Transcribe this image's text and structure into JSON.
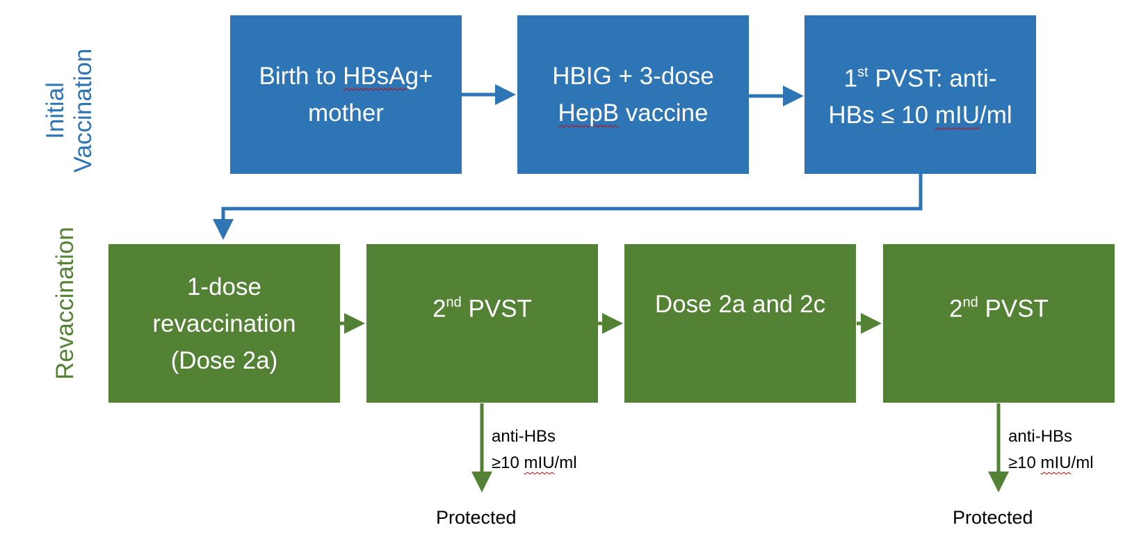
{
  "labels": {
    "initial_line1": "Initial",
    "initial_line2": "Vaccination",
    "revaccination": "Revaccination"
  },
  "boxes": {
    "birth": {
      "line1_pre": "Birth to ",
      "line1_term": "HBsAg",
      "line1_post": "+",
      "line2": "mother"
    },
    "hbig": {
      "line1": "HBIG + 3-dose",
      "line2_term": "HepB",
      "line2_post": " vaccine"
    },
    "pvst1": {
      "ordinal_num": "1",
      "ordinal_sup": "st",
      "line1_post": " PVST: anti-",
      "line2_pre": "HBs ≤ 10 ",
      "line2_term": "mIU",
      "line2_post": "/ml"
    },
    "revac": {
      "line1": "1-dose",
      "line2": "revaccination",
      "line3": "(Dose 2a)"
    },
    "pvst2_first": {
      "ordinal_num": "2",
      "ordinal_sup": "nd",
      "post": " PVST"
    },
    "dose2a2c": {
      "text": "Dose 2a and 2c"
    },
    "pvst2_second": {
      "ordinal_num": "2",
      "ordinal_sup": "nd",
      "post": " PVST"
    }
  },
  "branches": [
    {
      "cond_line1": "anti-HBs",
      "cond_line2_pre": "≥10 ",
      "cond_line2_term": "mIU",
      "cond_line2_post": "/ml",
      "outcome": "Protected"
    },
    {
      "cond_line1": "anti-HBs",
      "cond_line2_pre": "≥10 ",
      "cond_line2_term": "mIU",
      "cond_line2_post": "/ml",
      "outcome": "Protected"
    }
  ],
  "colors": {
    "initial_phase": "#2e75b6",
    "revaccination_phase": "#548235",
    "box_text": "#ffffff",
    "spellcheck_underline": "#d00000"
  }
}
